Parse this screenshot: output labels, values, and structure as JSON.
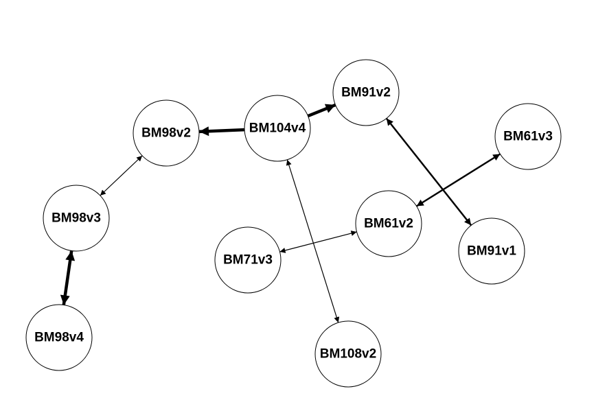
{
  "diagram": {
    "nodes": [
      {
        "id": "BM104v4",
        "label": "BM104v4"
      },
      {
        "id": "BM91v2",
        "label": "BM91v2"
      },
      {
        "id": "BM98v2",
        "label": "BM98v2"
      },
      {
        "id": "BM61v3",
        "label": "BM61v3"
      },
      {
        "id": "BM98v3",
        "label": "BM98v3"
      },
      {
        "id": "BM61v2",
        "label": "BM61v2"
      },
      {
        "id": "BM91v1",
        "label": "BM91v1"
      },
      {
        "id": "BM71v3",
        "label": "BM71v3"
      },
      {
        "id": "BM98v4",
        "label": "BM98v4"
      },
      {
        "id": "BM108v2",
        "label": "BM108v2"
      }
    ],
    "edges": [
      {
        "from": "BM104v4",
        "to": "BM98v2",
        "weight": "heavy",
        "arrows": "to"
      },
      {
        "from": "BM104v4",
        "to": "BM91v2",
        "weight": "heavy",
        "arrows": "to"
      },
      {
        "from": "BM98v2",
        "to": "BM98v3",
        "weight": "light",
        "arrows": "both"
      },
      {
        "from": "BM98v3",
        "to": "BM98v4",
        "weight": "heavy",
        "arrows": "both"
      },
      {
        "from": "BM91v2",
        "to": "BM91v1",
        "weight": "medium",
        "arrows": "both"
      },
      {
        "from": "BM61v3",
        "to": "BM61v2",
        "weight": "medium",
        "arrows": "both"
      },
      {
        "from": "BM61v2",
        "to": "BM71v3",
        "weight": "light",
        "arrows": "both"
      },
      {
        "from": "BM108v2",
        "to": "BM104v4",
        "weight": "light",
        "arrows": "both"
      }
    ]
  }
}
